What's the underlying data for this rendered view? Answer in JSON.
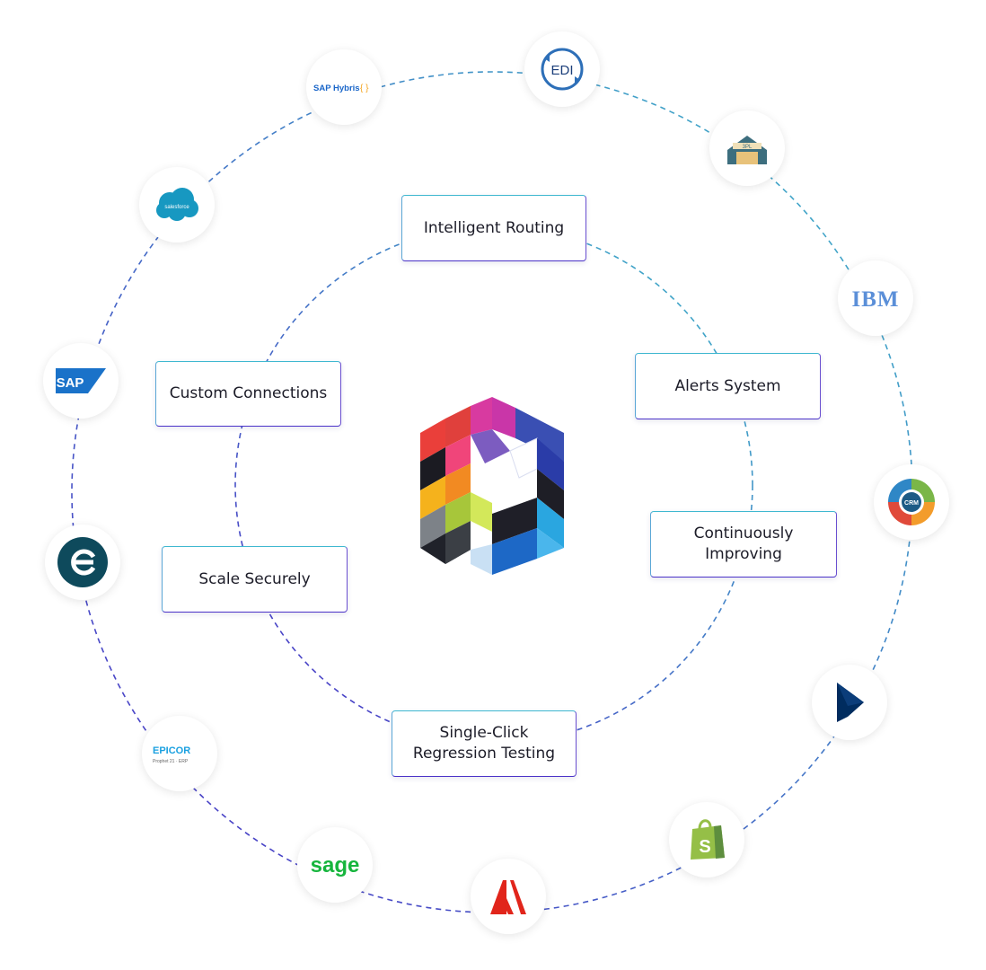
{
  "features": [
    {
      "key": "intelligent-routing",
      "label": "Intelligent Routing"
    },
    {
      "key": "alerts-system",
      "label": "Alerts System"
    },
    {
      "key": "continuously-improving",
      "label": "Continuously\nImproving"
    },
    {
      "key": "single-click-regression-testing",
      "label": "Single-Click\nRegression Testing"
    },
    {
      "key": "scale-securely",
      "label": "Scale Securely"
    },
    {
      "key": "custom-connections",
      "label": "Custom Connections"
    }
  ],
  "integrations": [
    {
      "icon": "sap-hybris-icon",
      "text": "SAP Hybris",
      "badge": "{ }"
    },
    {
      "icon": "edi-icon",
      "text": "EDI"
    },
    {
      "icon": "3pl-warehouse-icon",
      "text": "3PL"
    },
    {
      "icon": "ibm-icon",
      "text": "IBM"
    },
    {
      "icon": "crm-cycle-icon",
      "text": "CRM"
    },
    {
      "icon": "microsoft-dynamics-icon"
    },
    {
      "icon": "shopify-icon",
      "text": "S"
    },
    {
      "icon": "adobe-icon"
    },
    {
      "icon": "sage-icon",
      "text": "sage"
    },
    {
      "icon": "epicor-icon",
      "text": "EPICOR",
      "subtext": "Prophet 21 · ERP"
    },
    {
      "icon": "e-brand-icon"
    },
    {
      "icon": "sap-icon",
      "text": "SAP"
    },
    {
      "icon": "salesforce-icon",
      "text": "salesforce"
    }
  ],
  "hub": {
    "icon": "platform-hexagon-logo-icon"
  },
  "colors": {
    "ring_start": "#3fb8c8",
    "ring_end": "#4a2fc6",
    "text": "#1c1c28"
  }
}
